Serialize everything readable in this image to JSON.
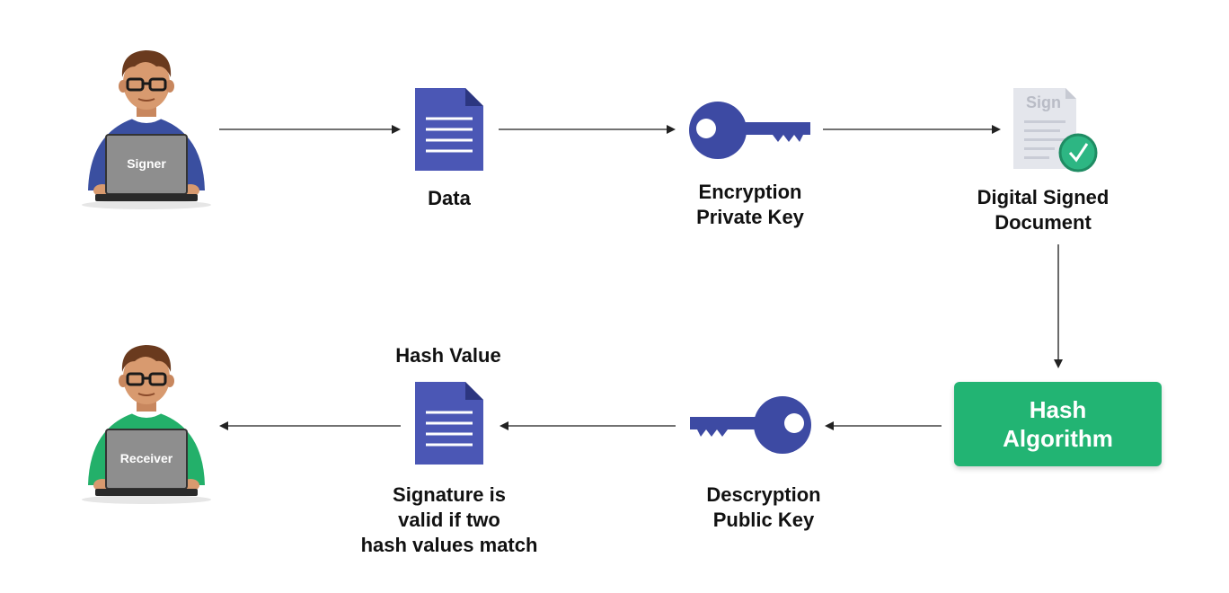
{
  "signer": {
    "laptop_label": "Signer",
    "shirt_color": "#3a4fa0"
  },
  "receiver": {
    "laptop_label": "Receiver",
    "shirt_color": "#23b06a"
  },
  "nodes": {
    "data": {
      "label": "Data"
    },
    "encryption": {
      "line1": "Encryption",
      "line2": "Private Key"
    },
    "signed_doc": {
      "line1": "Digital Signed",
      "line2": "Document",
      "sign_text": "Sign"
    },
    "hash_algorithm": {
      "line1": "Hash",
      "line2": "Algorithm"
    },
    "decryption": {
      "line1": "Descryption",
      "line2": "Public Key"
    },
    "hash_value": {
      "title": "Hash Value",
      "line1": "Signature is",
      "line2": "valid if two",
      "line3": "hash values match"
    }
  },
  "colors": {
    "document_blue": "#4b57b5",
    "key_blue": "#3d4aa3",
    "hash_green": "#22b473",
    "arrow": "#222222"
  }
}
